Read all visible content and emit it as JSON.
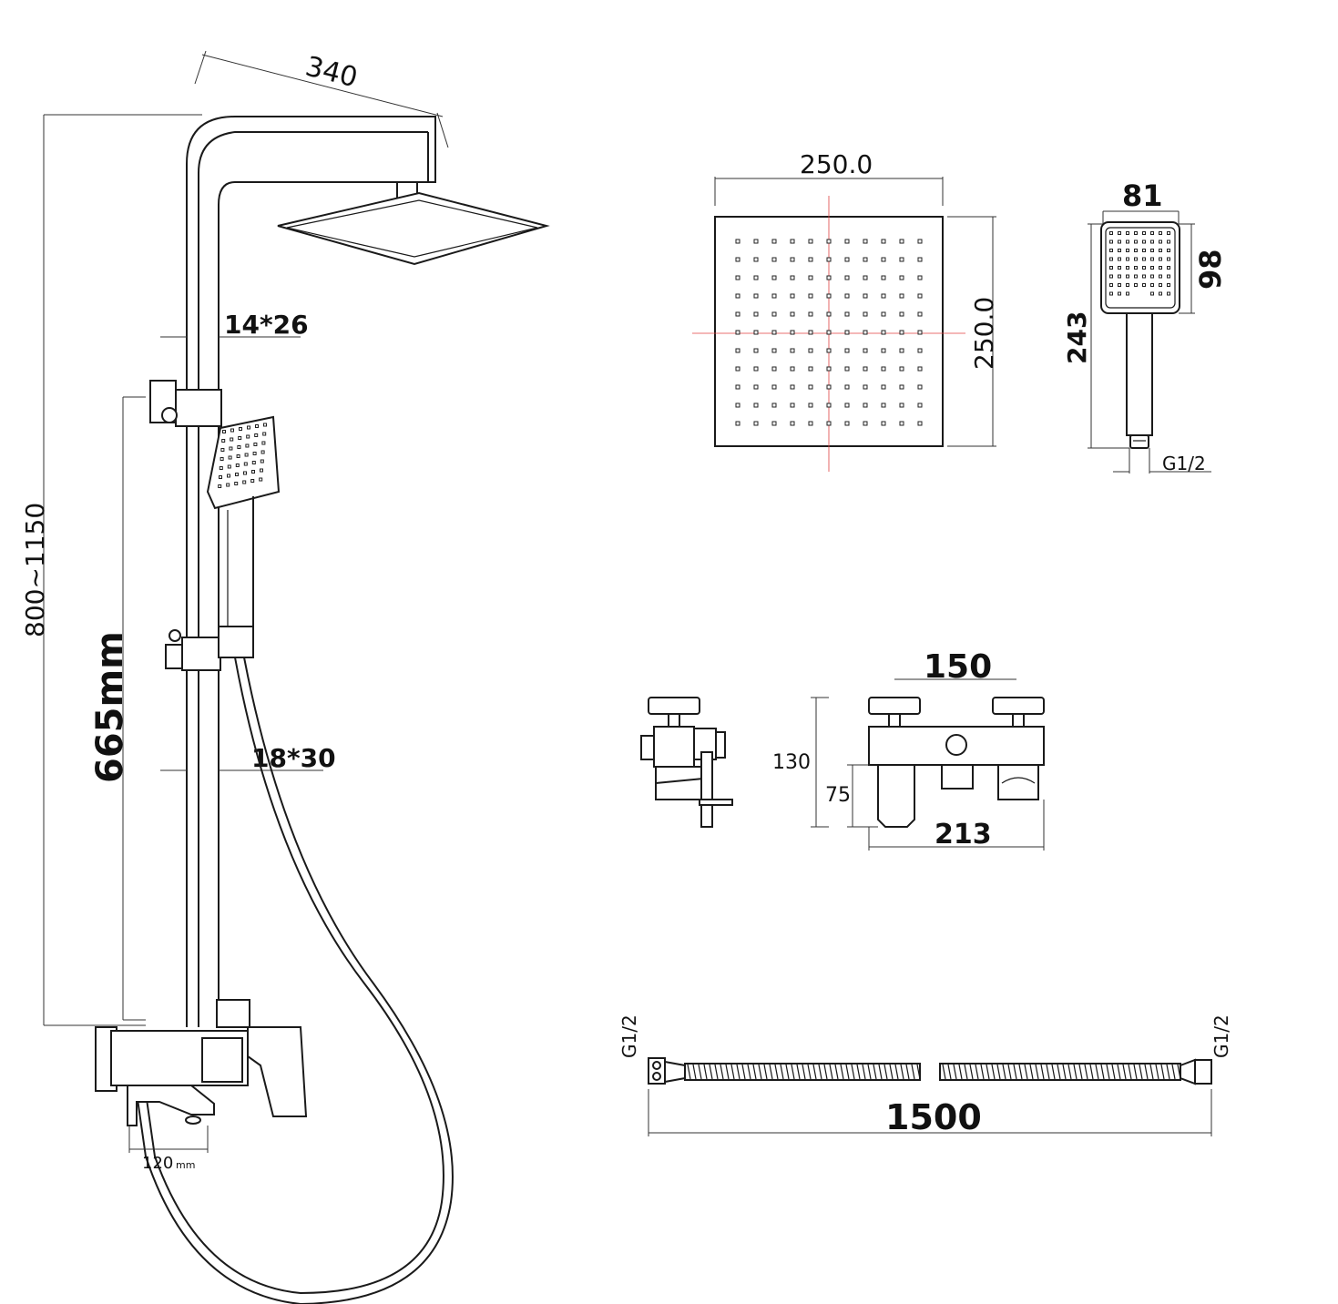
{
  "labels": {
    "arm_length": "340",
    "pipe_upper": "14*26",
    "pipe_lower": "18*30",
    "height_range": "800~1150",
    "slide_length": "665mm",
    "spout_length": "120",
    "spout_unit": "mm",
    "head_width": "250.0",
    "head_height": "250.0",
    "hand_width": "81",
    "hand_head_height": "98",
    "hand_length": "243",
    "hand_thread": "G1/2",
    "mixer_centers": "150",
    "mixer_height": "130",
    "mixer_spout_height": "75",
    "mixer_width": "213",
    "hose_thread_left": "G1/2",
    "hose_thread_right": "G1/2",
    "hose_length": "1500"
  },
  "colors": {
    "line": "#1a1a1a",
    "crosshair": "#e04040",
    "background": "#ffffff"
  }
}
